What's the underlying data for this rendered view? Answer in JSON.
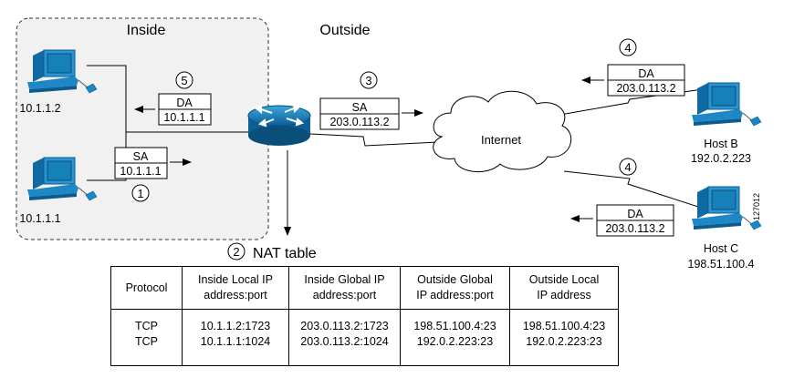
{
  "zones": {
    "inside": "Inside",
    "outside": "Outside"
  },
  "hosts": {
    "inside_1": {
      "ip": "10.1.1.2"
    },
    "inside_2": {
      "ip": "10.1.1.1"
    },
    "host_b": {
      "name": "Host B",
      "ip": "192.0.2.223"
    },
    "host_c": {
      "name": "Host C",
      "ip": "198.51.100.4"
    }
  },
  "cloud_label": "Internet",
  "packets": [
    {
      "step": "1",
      "field": "SA",
      "address": "10.1.1.1"
    },
    {
      "step": "3",
      "field": "SA",
      "address": "203.0.113.2"
    },
    {
      "step": "4",
      "field": "DA",
      "address": "203.0.113.2"
    },
    {
      "step": "4",
      "field": "DA",
      "address": "203.0.113.2"
    },
    {
      "step": "5",
      "field": "DA",
      "address": "10.1.1.1"
    }
  ],
  "nat_step": "2",
  "nat_title": "NAT table",
  "figure_id": "127012",
  "nat_table": {
    "headers": [
      [
        "Protocol"
      ],
      [
        "Inside Local IP",
        "address:port"
      ],
      [
        "Inside Global IP",
        "address:port"
      ],
      [
        "Outside Global",
        "IP address:port"
      ],
      [
        "Outside Local",
        "IP address"
      ]
    ],
    "rows": [
      [
        "TCP",
        "10.1.1.2:1723",
        "203.0.113.2:1723",
        "198.51.100.4:23",
        "198.51.100.4:23"
      ],
      [
        "TCP",
        "10.1.1.1:1024",
        "203.0.113.2:1024",
        "192.0.2.223:23",
        "192.0.2.223:23"
      ]
    ]
  },
  "colors": {
    "router": "#1a86c4",
    "monitor_screen": "#1680b8",
    "cloud": "#ffffff"
  }
}
